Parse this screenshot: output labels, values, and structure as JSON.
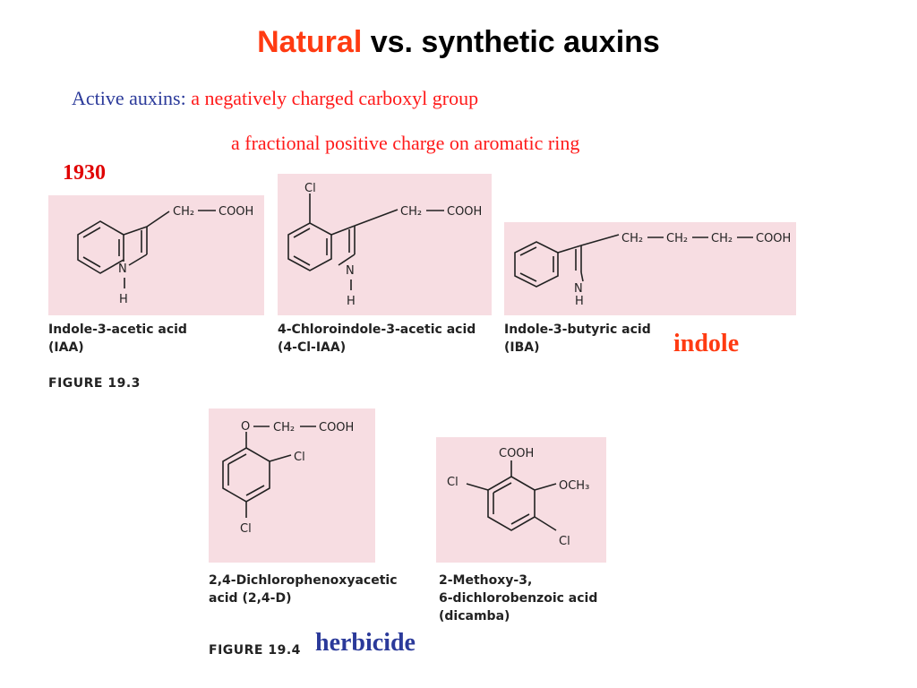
{
  "title": {
    "highlight": "Natural",
    "rest": " vs. synthetic auxins"
  },
  "intro": {
    "label": "Active auxins:",
    "point1": "a negatively charged carboxyl group",
    "point2": "a fractional positive charge on aromatic ring"
  },
  "year": "1930",
  "figure_19_3": {
    "label": "FIGURE 19.3",
    "compounds": [
      {
        "name": "Indole-3-acetic acid",
        "abbr": "(IAA)",
        "side_chain": [
          "CH₂",
          "COOH"
        ],
        "n": "N",
        "h": "H"
      },
      {
        "name": "4-Chloroindole-3-acetic acid",
        "abbr": "(4-Cl-IAA)",
        "substituent": "Cl",
        "side_chain": [
          "CH₂",
          "COOH"
        ],
        "n": "N",
        "h": "H"
      },
      {
        "name": "Indole-3-butyric acid",
        "abbr": "(IBA)",
        "side_chain": [
          "CH₂",
          "CH₂",
          "CH₂",
          "COOH"
        ],
        "n": "N",
        "h": "H"
      }
    ]
  },
  "indole_label": "indole",
  "figure_19_4": {
    "label": "FIGURE 19.4",
    "compounds": [
      {
        "name_line1": "2,4-Dichlorophenoxyacetic",
        "name_line2": "acid (2,4-D)",
        "o": "O",
        "side_chain": [
          "CH₂",
          "COOH"
        ],
        "cl1": "Cl",
        "cl2": "Cl"
      },
      {
        "name_line1": "2-Methoxy-3,",
        "name_line2": "6-dichlorobenzoic acid",
        "name_line3": "(dicamba)",
        "cooh": "COOH",
        "cl1": "Cl",
        "och3": "OCH₃",
        "cl2": "Cl"
      }
    ]
  },
  "herbicide_label": "herbicide"
}
